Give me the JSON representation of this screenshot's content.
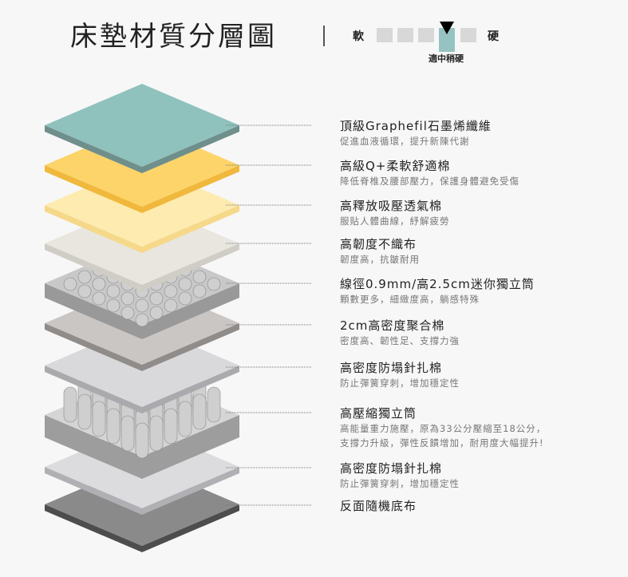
{
  "title": "床墊材質分層圖",
  "firmness": {
    "soft": "軟",
    "hard": "硬",
    "levels": 5,
    "selected": 4,
    "selected_label": "適中稍硬",
    "accent": "#96c3c1"
  },
  "layers": [
    {
      "title": "頂級Graphefil石墨烯纖維",
      "desc": [
        "促進血液循環，提升新陳代謝"
      ],
      "color": "#8fc1bd",
      "side": "#6e8f8c"
    },
    {
      "title": "高級Q+柔軟舒適棉",
      "desc": [
        "降低脊椎及腰部壓力，保護身體避免受傷"
      ],
      "color": "#fcd46a",
      "side": "#f0b83c"
    },
    {
      "title": "高釋放吸壓透氣棉",
      "desc": [
        "服貼人體曲線，紓解疲勞"
      ],
      "color": "#fdebb0",
      "side": "#f6d88a"
    },
    {
      "title": "高韌度不織布",
      "desc": [
        "韌度高，抗皺耐用"
      ],
      "color": "#e8e6df",
      "side": "#cfcdc5"
    },
    {
      "title": "線徑0.9mm/高2.5cm迷你獨立筒",
      "desc": [
        "顆數更多，細緻度高，躺感特殊"
      ],
      "color": "#c8c8c8",
      "side": "#999999"
    },
    {
      "title": "2cm高密度聚合棉",
      "desc": [
        "密度高、韌性足、支撐力強"
      ],
      "color": "#c9c6c4",
      "side": "#8f8c8a"
    },
    {
      "title": "高密度防塌針扎棉",
      "desc": [
        "防止彈簧穿刺，增加穩定性"
      ],
      "color": "#d9d9dc",
      "side": "#aaaaae"
    },
    {
      "title": "高壓縮獨立筒",
      "desc": [
        "高能量重力施壓，原為33公分壓縮至18公分，",
        "支撐力升級，彈性反饋增加，耐用度大幅提升!"
      ],
      "color": "#d5d5d5",
      "side": "#9d9d9d"
    },
    {
      "title": "高密度防塌針扎棉",
      "desc": [
        "防止彈簧穿刺，增加穩定性"
      ],
      "color": "#dcdcdf",
      "side": "#b0b0b4"
    },
    {
      "title": "反面隨機底布",
      "desc": [],
      "color": "#8a8a8a",
      "side": "#4d4d4d"
    }
  ]
}
